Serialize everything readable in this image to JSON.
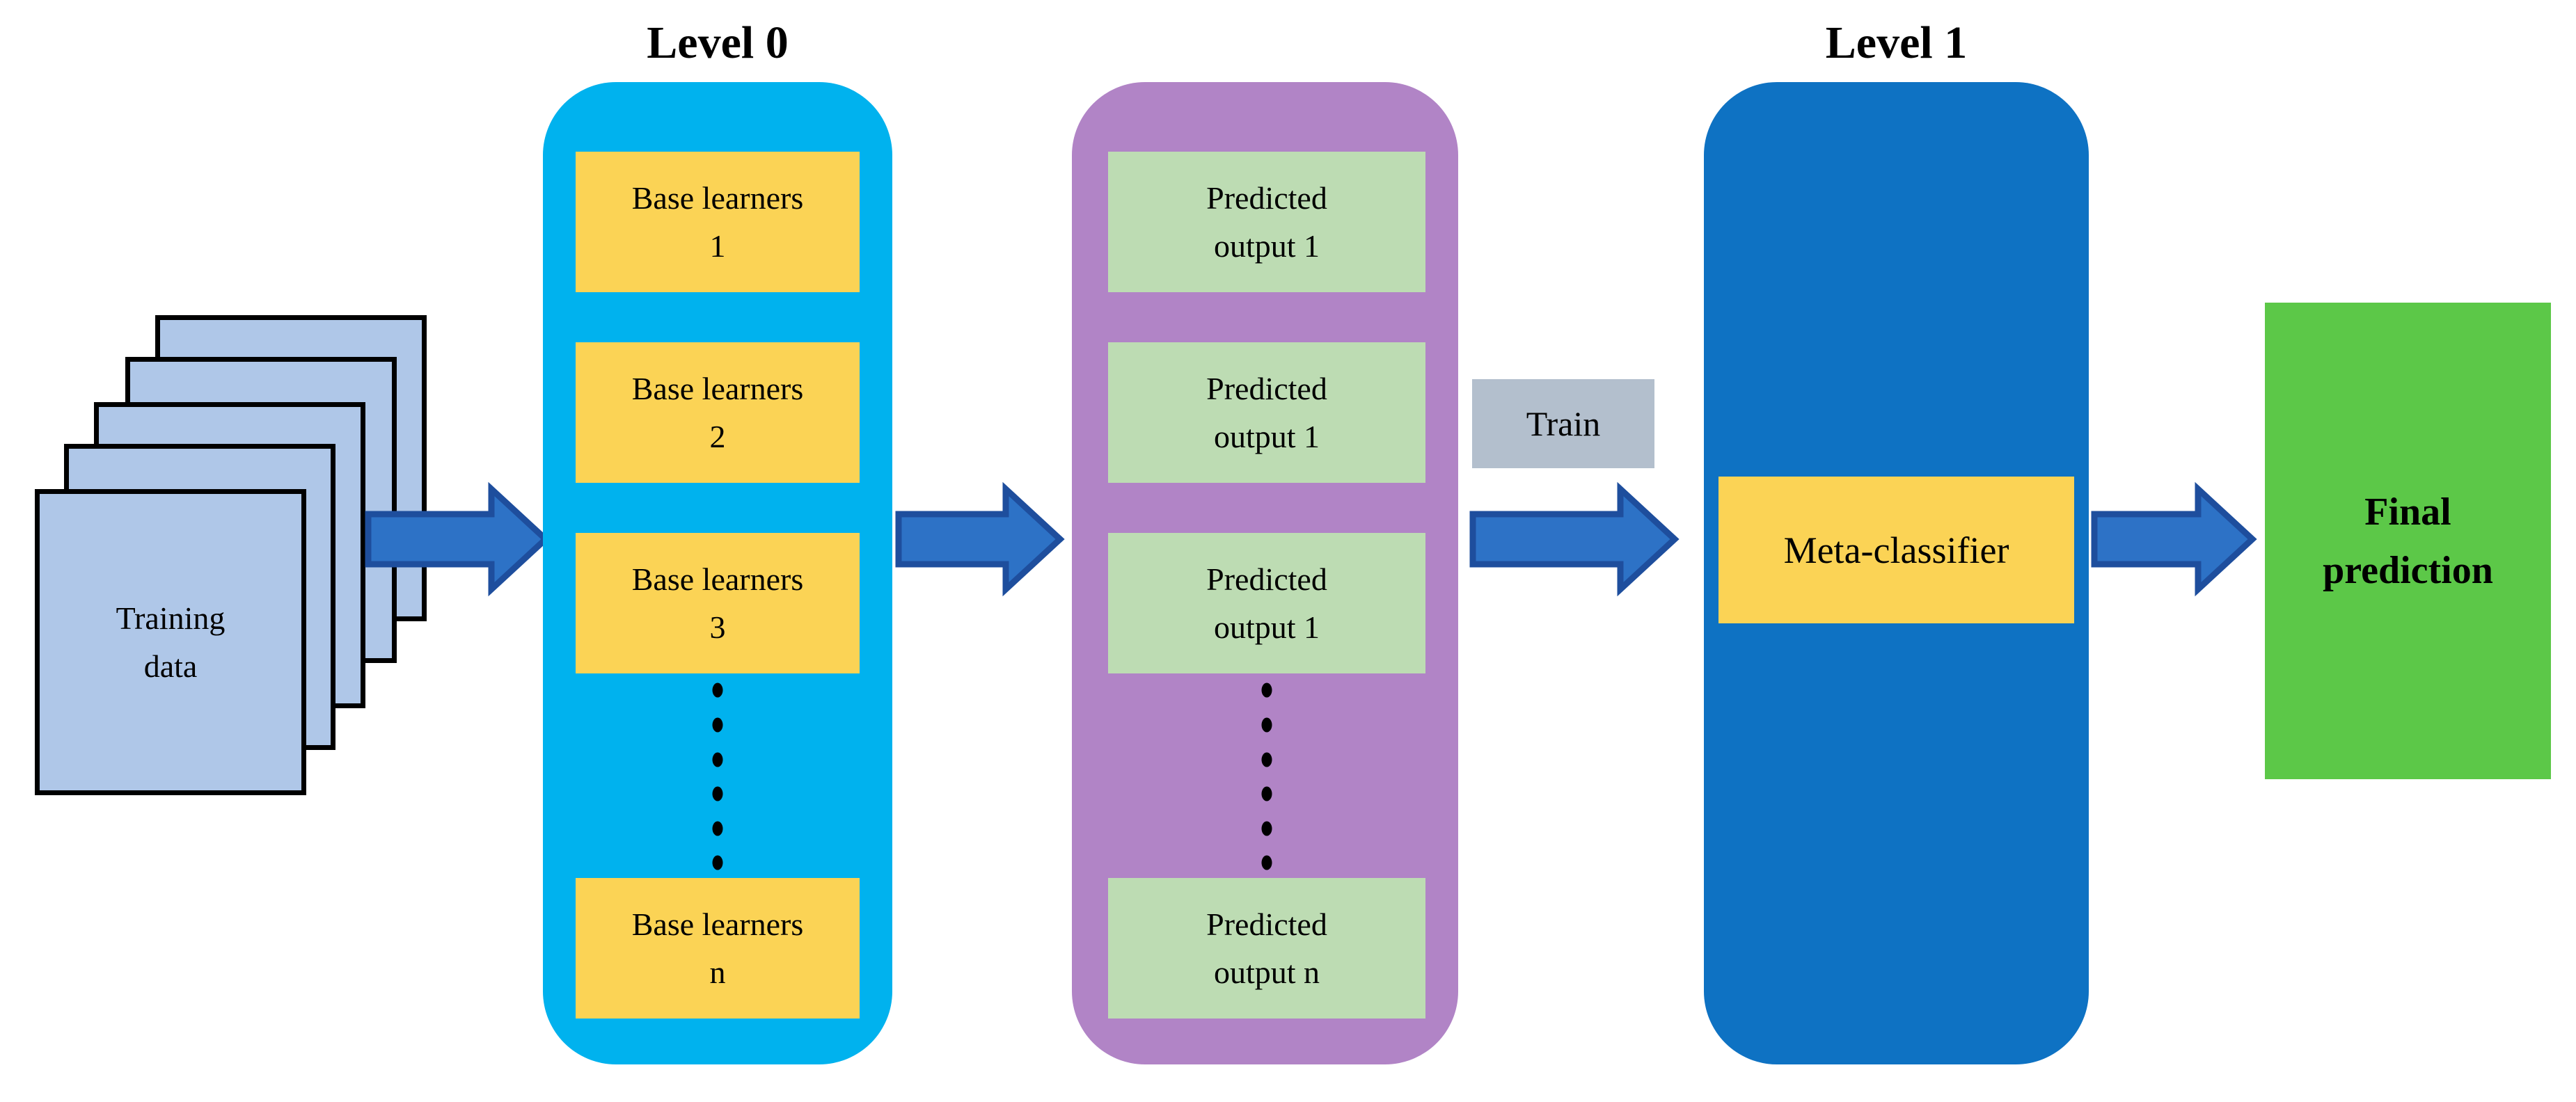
{
  "colors": {
    "page_fill": "#AFC7E8",
    "level0_panel": "#00B2EE",
    "base_box": "#FBD355",
    "outputs_panel": "#B184C6",
    "output_box": "#BDDCB3",
    "level1_panel": "#0E72C3",
    "meta_box": "#FBD355",
    "train_box": "#B3BFCD",
    "final_box": "#5CC848",
    "arrow_fill": "#2D72C6",
    "arrow_stroke": "#1E4E9D",
    "text": "#000000"
  },
  "training_stack": {
    "label": "Training data",
    "page_count": 5
  },
  "level0": {
    "title": "Level 0",
    "boxes": [
      "Base learners 1",
      "Base learners 2",
      "Base learners 3",
      "Base learners n"
    ]
  },
  "outputs": {
    "boxes": [
      "Predicted output 1",
      "Predicted output 1",
      "Predicted output 1",
      "Predicted output n"
    ]
  },
  "train_label": "Train",
  "level1": {
    "title": "Level 1",
    "meta_label": "Meta-classifier"
  },
  "final": {
    "label": "Final prediction"
  }
}
